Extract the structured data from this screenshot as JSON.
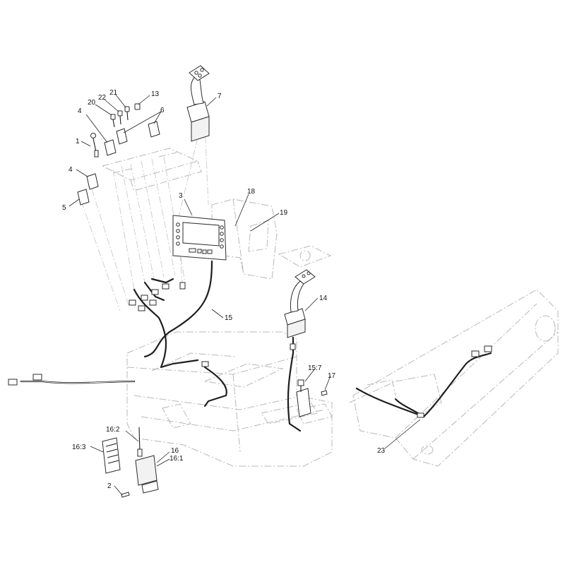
{
  "callouts": [
    {
      "id": "c1",
      "text": "1"
    },
    {
      "id": "c2",
      "text": "2"
    },
    {
      "id": "c3",
      "text": "3"
    },
    {
      "id": "c4a",
      "text": "4"
    },
    {
      "id": "c4b",
      "text": "4"
    },
    {
      "id": "c5",
      "text": "5"
    },
    {
      "id": "c6",
      "text": "6"
    },
    {
      "id": "c7",
      "text": "7"
    },
    {
      "id": "c13",
      "text": "13"
    },
    {
      "id": "c14",
      "text": "14"
    },
    {
      "id": "c15",
      "text": "15"
    },
    {
      "id": "c157",
      "text": "15:7"
    },
    {
      "id": "c16",
      "text": "16"
    },
    {
      "id": "c161",
      "text": "16:1"
    },
    {
      "id": "c162",
      "text": "16:2"
    },
    {
      "id": "c163",
      "text": "16:3"
    },
    {
      "id": "c17",
      "text": "17"
    },
    {
      "id": "c18",
      "text": "18"
    },
    {
      "id": "c19",
      "text": "19"
    },
    {
      "id": "c20",
      "text": "20"
    },
    {
      "id": "c21",
      "text": "21"
    },
    {
      "id": "c22",
      "text": "22"
    },
    {
      "id": "c23",
      "text": "23"
    }
  ],
  "colors": {
    "line": "#2b2b2b",
    "phantom": "#b8b8b8",
    "wire": "#1e1e1e",
    "background": "#ffffff"
  }
}
